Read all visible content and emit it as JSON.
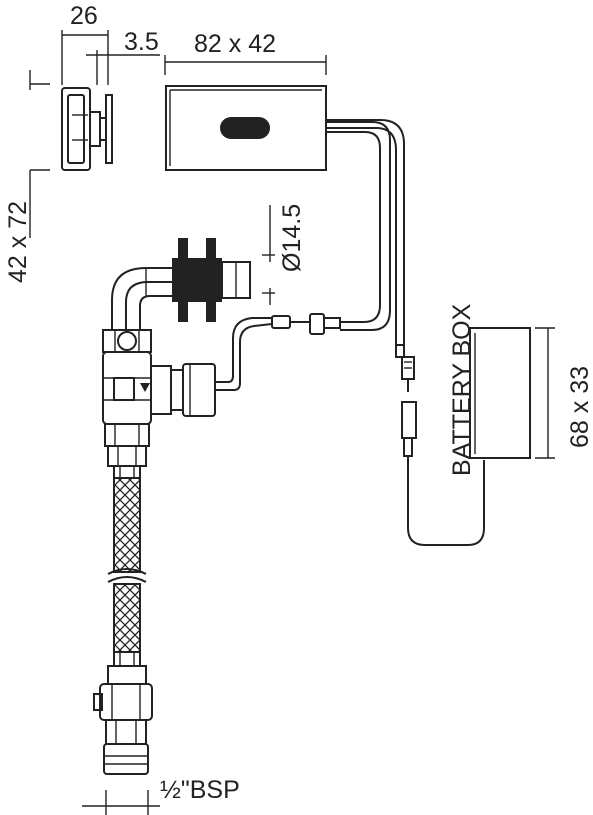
{
  "dimensions": {
    "plate_depth": "26",
    "plate_offset": "3.5",
    "sensor_size": "82 x 42",
    "plate_size": "42 x 72",
    "pipe_diameter": "Ø14.5",
    "battery_size": "68 x 33",
    "thread": "½\"BSP"
  },
  "labels": {
    "battery_box": "BATTERY BOX"
  }
}
